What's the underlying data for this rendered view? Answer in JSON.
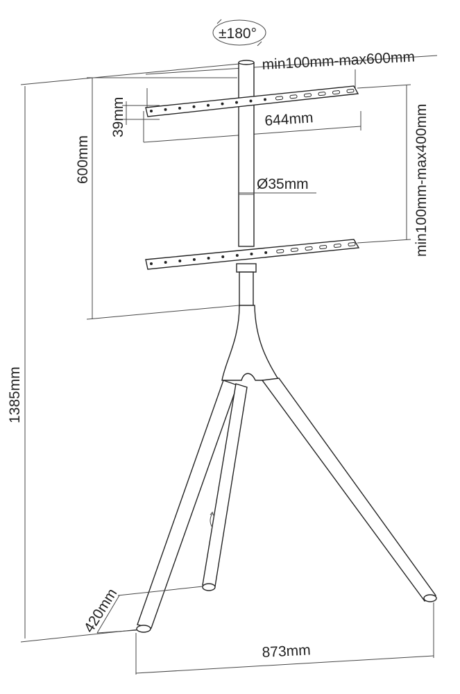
{
  "rotation": {
    "label": "±180°"
  },
  "dimensions": {
    "vesa_width": "min100mm-max600mm",
    "bracket_height": "39mm",
    "arm_length": "644mm",
    "vesa_height": "min100mm-max400mm",
    "pole_diameter": "Ø35mm",
    "adjust_range": "600mm",
    "total_height": "1385mm",
    "rear_leg": "420mm",
    "base_width": "873mm"
  },
  "colors": {
    "line": "#222222",
    "dim_line": "#444444",
    "background": "#ffffff"
  }
}
